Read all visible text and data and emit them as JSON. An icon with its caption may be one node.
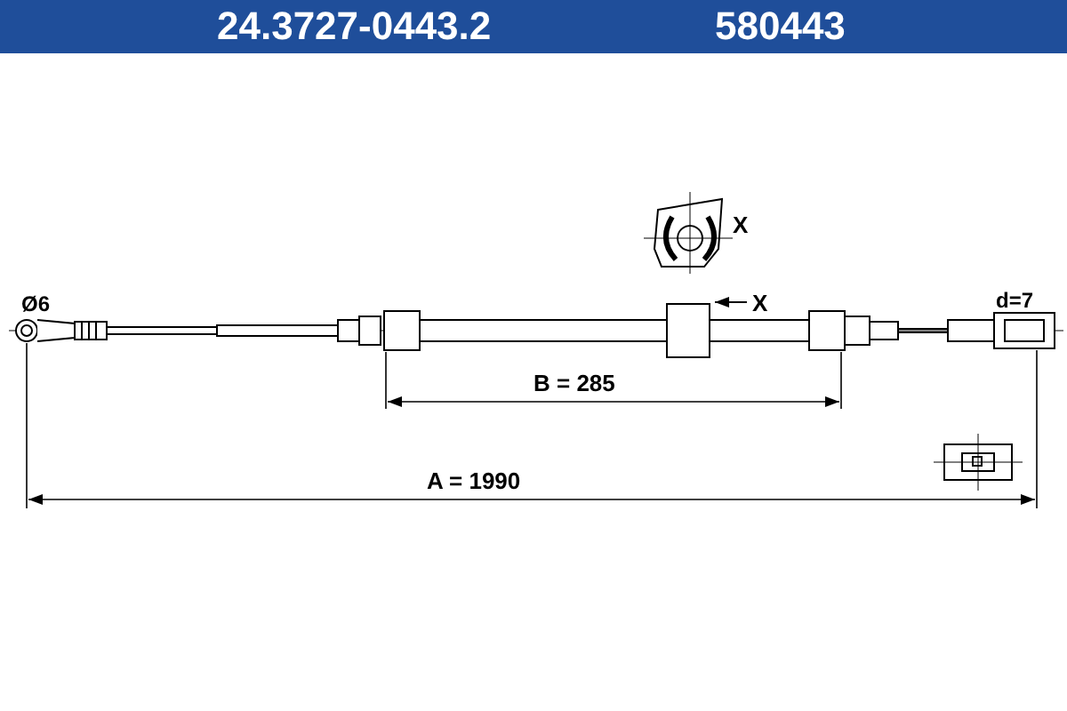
{
  "diagram": {
    "labels": [
      "24.3727-0443.2",
      "580443",
      "X",
      "X",
      "Ø6",
      "d=7",
      "B = 285",
      "A = 1990"
    ]
  }
}
